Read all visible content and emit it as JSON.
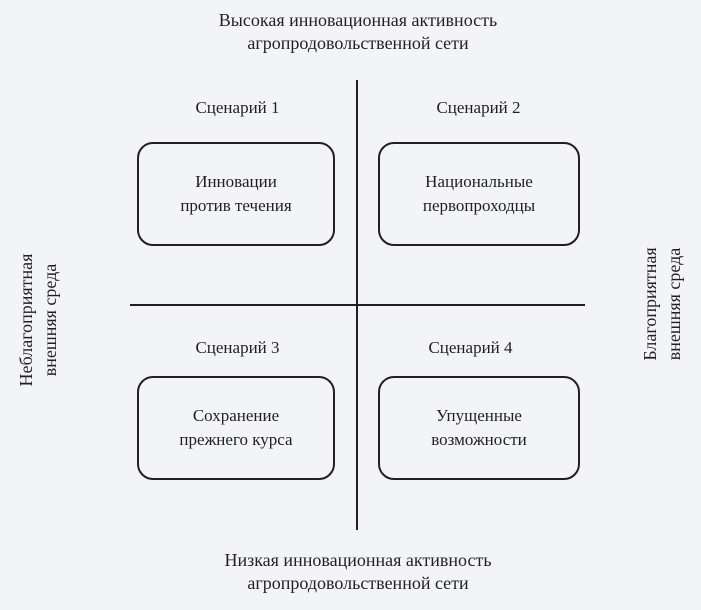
{
  "top_axis": {
    "line1": "Высокая инновационная активность",
    "line2": "агропродовольственной сети"
  },
  "bottom_axis": {
    "line1": "Низкая инновационная активность",
    "line2": "агропродовольственной сети"
  },
  "left_axis": {
    "line1": "Неблагоприятная",
    "line2": "внешняя среда"
  },
  "right_axis": {
    "line1": "Благоприятная",
    "line2": "внешняя среда"
  },
  "scenarios": [
    {
      "label": "Сценарий 1",
      "line1": "Инновации",
      "line2": "против течения"
    },
    {
      "label": "Сценарий 2",
      "line1": "Национальные",
      "line2": "первопроходцы"
    },
    {
      "label": "Сценарий 3",
      "line1": "Сохранение",
      "line2": "прежнего курса"
    },
    {
      "label": "Сценарий 4",
      "line1": "Упущенные",
      "line2": "возможности"
    }
  ]
}
